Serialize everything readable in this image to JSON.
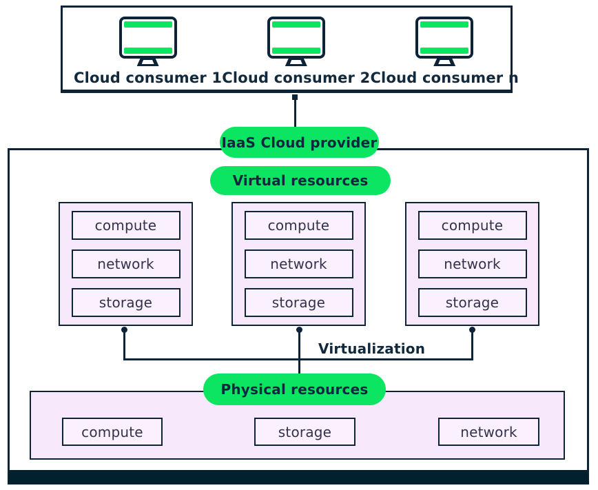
{
  "colors": {
    "accent_green": "#0be561",
    "navy_line": "#0d2438",
    "bottom_bar": "#03202e",
    "panel_fill": "#f7e9fb",
    "item_fill": "#fbf0fd"
  },
  "consumers": {
    "items": [
      {
        "label": "Cloud consumer 1"
      },
      {
        "label": "Cloud consumer 2"
      },
      {
        "label": "Cloud consumer n"
      }
    ]
  },
  "provider": {
    "label": "IaaS Cloud provider"
  },
  "virtual": {
    "label": "Virtual resources",
    "groups": [
      {
        "items": [
          "compute",
          "network",
          "storage"
        ]
      },
      {
        "items": [
          "compute",
          "network",
          "storage"
        ]
      },
      {
        "items": [
          "compute",
          "network",
          "storage"
        ]
      }
    ]
  },
  "virtualization_label": "Virtualization",
  "physical": {
    "label": "Physical resources",
    "items": [
      "compute",
      "storage",
      "network"
    ]
  }
}
